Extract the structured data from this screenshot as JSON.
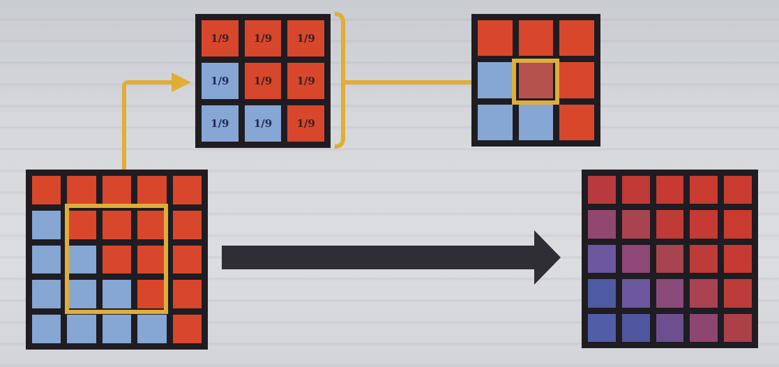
{
  "colors": {
    "frame": "#1f1c22",
    "red": "#d8472b",
    "blue": "#86a6d4",
    "arrow_yellow": "#e1ad35",
    "highlight_box": "#dfae3a",
    "center_result": "#b5514c",
    "big_arrow": "#2f2d35"
  },
  "kernel": {
    "label_value": "1/9",
    "colors": [
      [
        "red",
        "red",
        "red"
      ],
      [
        "blue",
        "red",
        "red"
      ],
      [
        "blue",
        "blue",
        "red"
      ]
    ],
    "labels": [
      [
        "1/9",
        "1/9",
        "1/9"
      ],
      [
        "1/9",
        "1/9",
        "1/9"
      ],
      [
        "1/9",
        "1/9",
        "1/9"
      ]
    ]
  },
  "source_image": {
    "colors": [
      [
        "red",
        "red",
        "red",
        "red",
        "red"
      ],
      [
        "blue",
        "red",
        "red",
        "red",
        "red"
      ],
      [
        "blue",
        "blue",
        "red",
        "red",
        "red"
      ],
      [
        "blue",
        "blue",
        "blue",
        "red",
        "red"
      ],
      [
        "blue",
        "blue",
        "blue",
        "blue",
        "red"
      ]
    ]
  },
  "patch_result": {
    "colors": [
      [
        "red",
        "red",
        "red"
      ],
      [
        "blue",
        "#b5514c",
        "red"
      ],
      [
        "blue",
        "blue",
        "red"
      ]
    ]
  },
  "output_image": {
    "colors": [
      [
        "#b83a3e",
        "#c03a36",
        "#c63a32",
        "#c93b30",
        "#ca3b2f"
      ],
      [
        "#91476e",
        "#a84450",
        "#c03a36",
        "#c53b31",
        "#ca3b2f"
      ],
      [
        "#6d57a0",
        "#8f4878",
        "#a84450",
        "#bd3c3a",
        "#c63a32"
      ],
      [
        "#4e5aa2",
        "#6d57a0",
        "#8a4b7a",
        "#a94351",
        "#bd3c3a"
      ],
      [
        "#4f5ea6",
        "#5057a0",
        "#6d4f8e",
        "#8d4670",
        "#ab4048"
      ]
    ]
  }
}
